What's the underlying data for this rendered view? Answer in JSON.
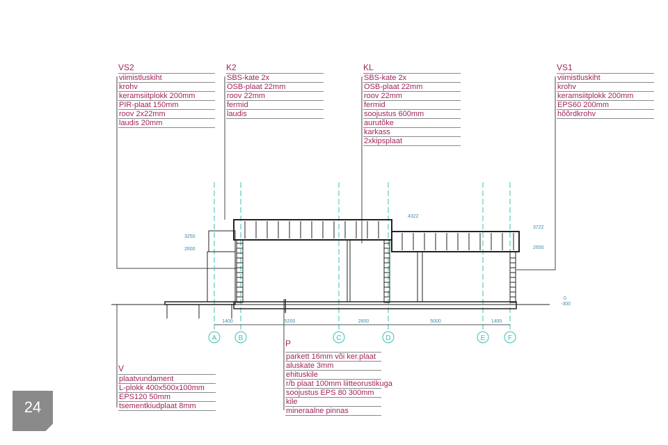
{
  "layers": {
    "VS2": {
      "title": "VS2",
      "rows": [
        "viimistluskiht",
        "krohv",
        "keramsiitplokk 200mm",
        "PIR-plaat 150mm",
        "roov 2x22mm",
        "laudis 20mm"
      ]
    },
    "K2": {
      "title": "K2",
      "rows": [
        "SBS-kate 2x",
        "OSB-plaat 22mm",
        "roov 22mm",
        "fermid",
        "laudis"
      ]
    },
    "KL": {
      "title": "KL",
      "rows": [
        "SBS-kate 2x",
        "OSB-plaat 22mm",
        "roov 22mm",
        "fermid",
        "soojustus 600mm",
        "aurutõke",
        "karkass",
        "2xkipsplaat"
      ]
    },
    "VS1": {
      "title": "VS1",
      "rows": [
        "viimistluskiht",
        "krohv",
        "keramsiitplokk 200mm",
        "EPS60 200mm",
        "hõõrdkrohv"
      ]
    },
    "V": {
      "title": "V",
      "rows": [
        "plaatvundament",
        "L-plokk 400x500x100mm",
        "EPS120 50mm",
        "tsementkiudplaat 8mm"
      ]
    },
    "P": {
      "title": "P",
      "rows": [
        "parkett 16mm või ker.plaat",
        "aluskate 3mm",
        "ehituskile",
        "r/b plaat 100mm liitteorustikuga",
        "soojustus EPS 80 300mm",
        "kile",
        "mineraalne pinnas"
      ]
    }
  },
  "axes": [
    "A",
    "B",
    "C",
    "D",
    "E",
    "F"
  ],
  "dimensions": [
    "1400",
    "5200",
    "2600",
    "5000",
    "1400"
  ],
  "levels": {
    "l3250": "3250",
    "l2600": "2600",
    "l4322": "4322",
    "l3722": "3722",
    "l2650": "2650",
    "l0": "0",
    "lm300": "-300"
  },
  "page_number": "24",
  "colors": {
    "label": "#a0245c",
    "grid": "#3bbfb0"
  }
}
